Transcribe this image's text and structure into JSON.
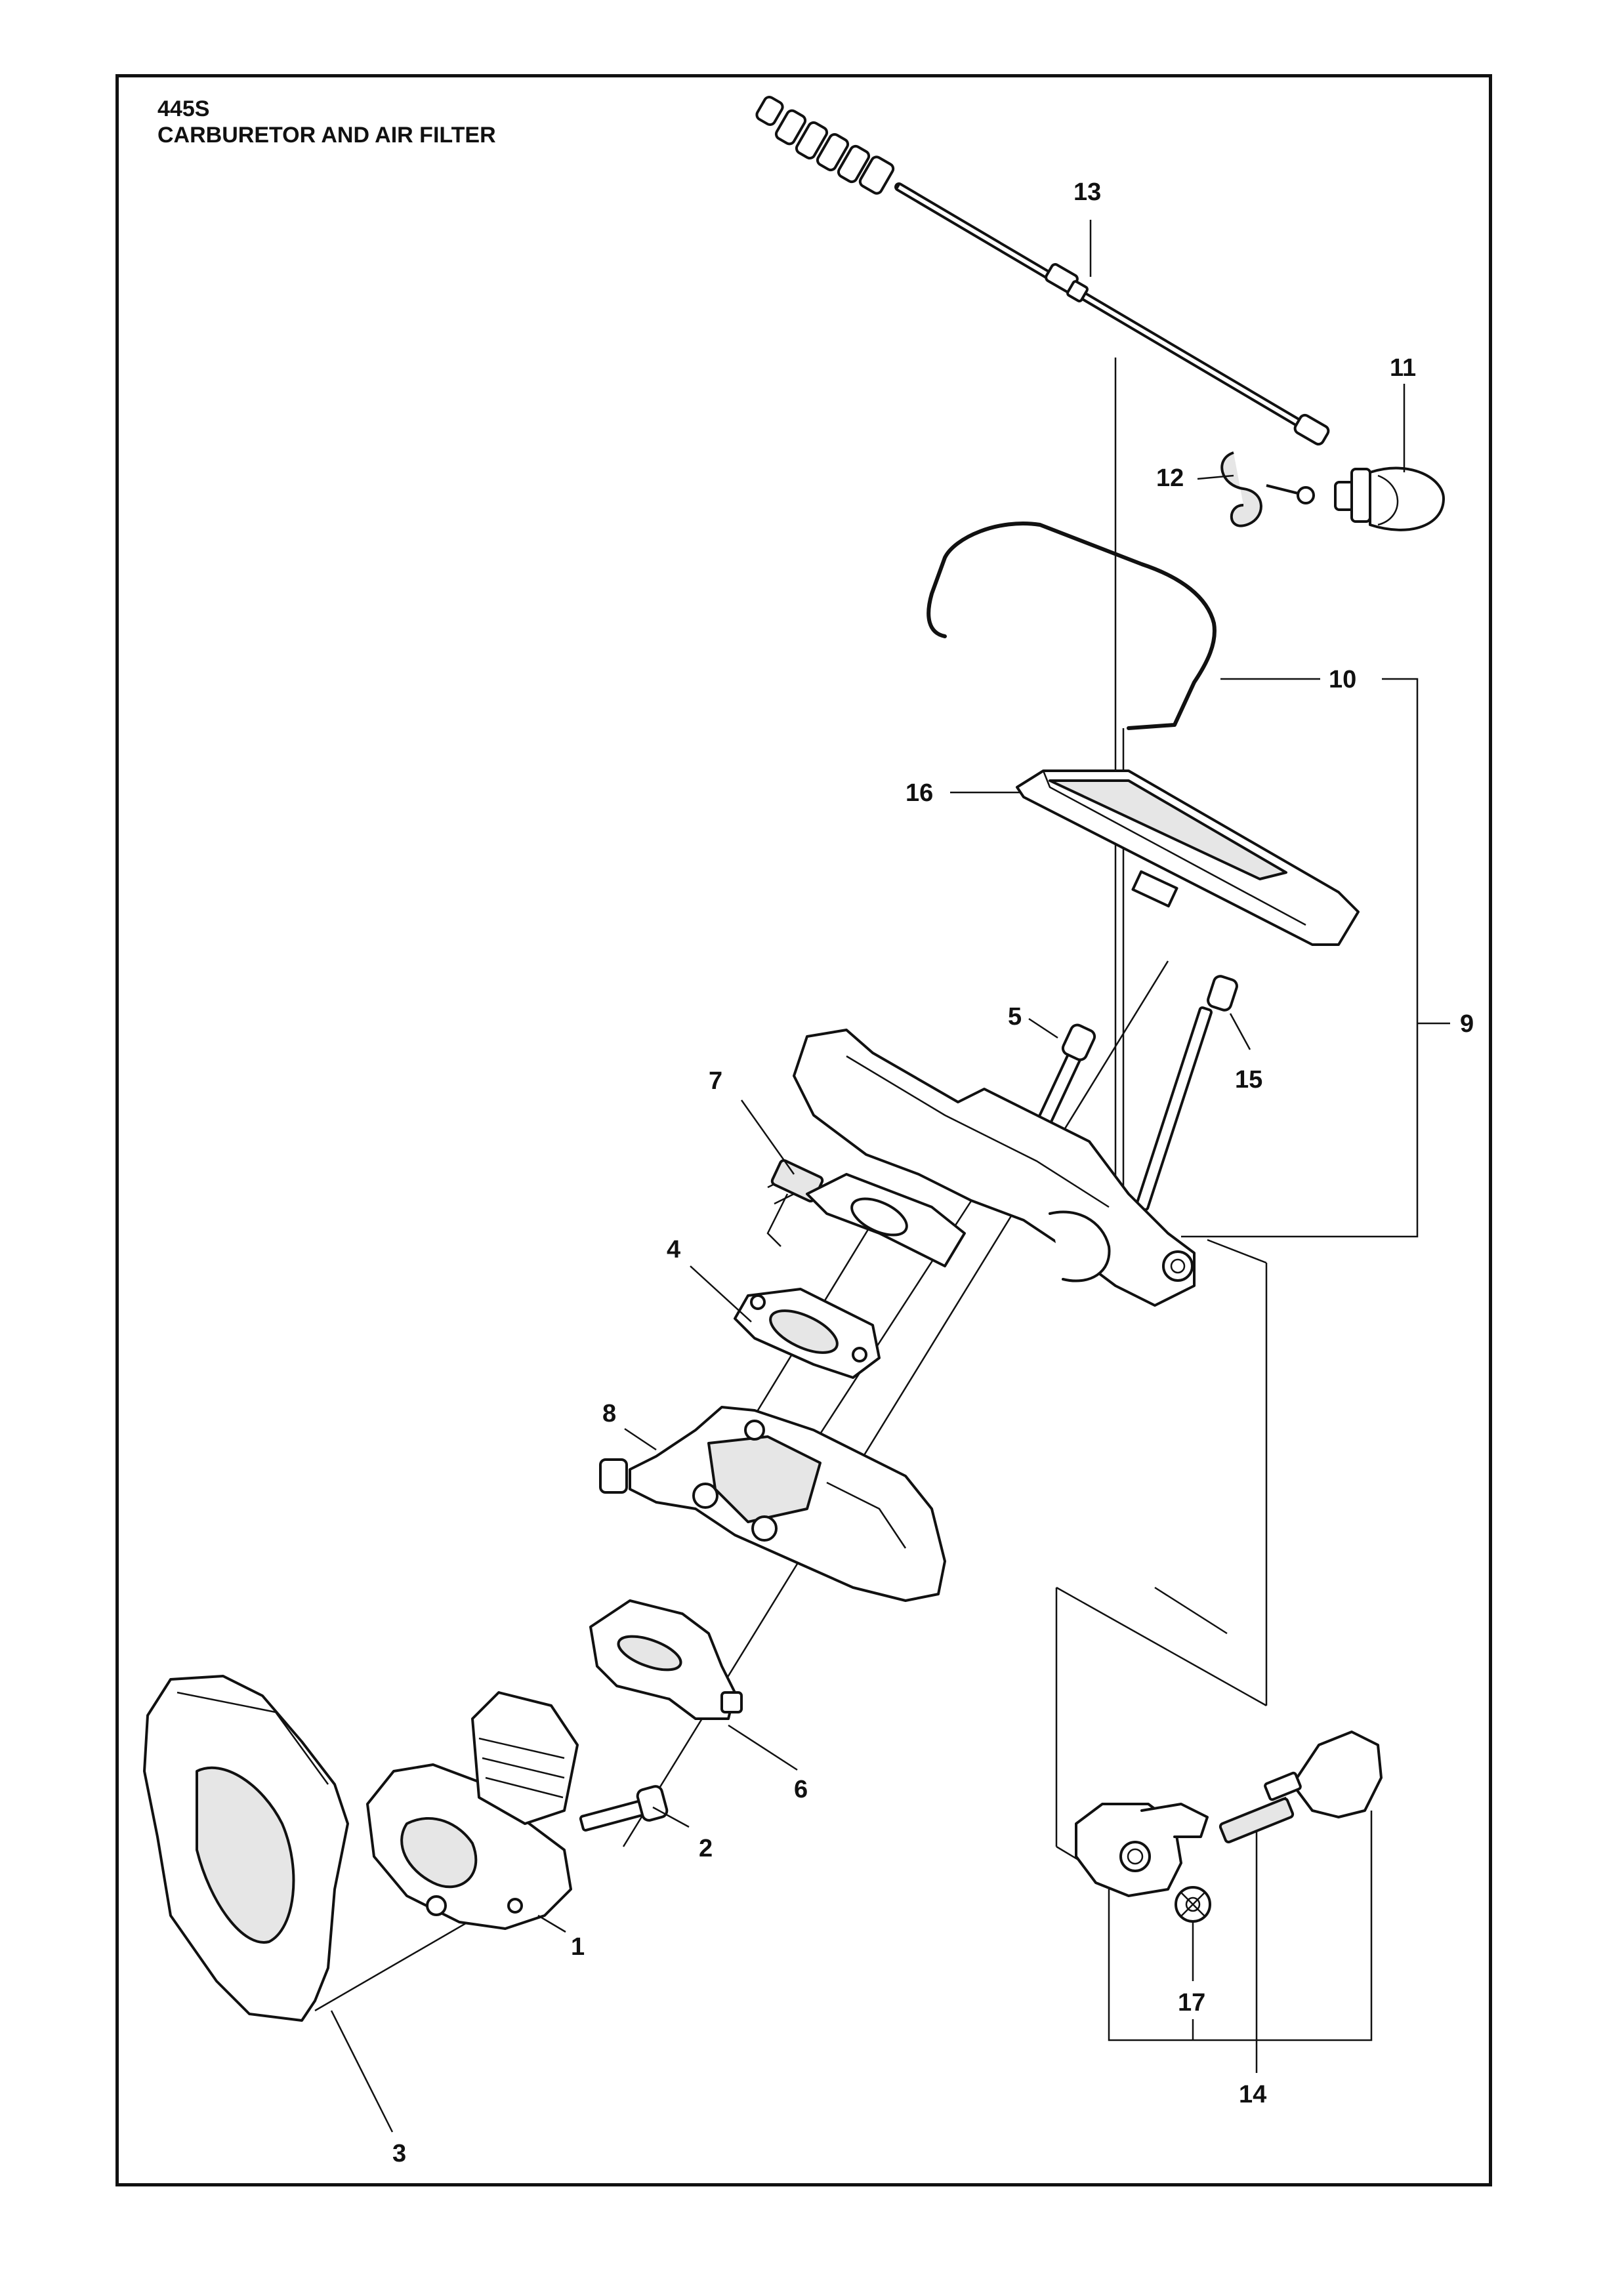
{
  "heading": {
    "model": "445S",
    "title": "CARBURETOR AND AIR FILTER"
  },
  "callouts": [
    {
      "id": "1",
      "label": "1"
    },
    {
      "id": "2",
      "label": "2"
    },
    {
      "id": "3",
      "label": "3"
    },
    {
      "id": "4",
      "label": "4"
    },
    {
      "id": "5",
      "label": "5"
    },
    {
      "id": "6",
      "label": "6"
    },
    {
      "id": "7",
      "label": "7"
    },
    {
      "id": "8",
      "label": "8"
    },
    {
      "id": "9",
      "label": "9"
    },
    {
      "id": "10",
      "label": "10"
    },
    {
      "id": "11",
      "label": "11"
    },
    {
      "id": "12",
      "label": "12"
    },
    {
      "id": "13",
      "label": "13"
    },
    {
      "id": "14",
      "label": "14"
    },
    {
      "id": "15",
      "label": "15"
    },
    {
      "id": "16",
      "label": "16"
    },
    {
      "id": "17",
      "label": "17"
    }
  ]
}
